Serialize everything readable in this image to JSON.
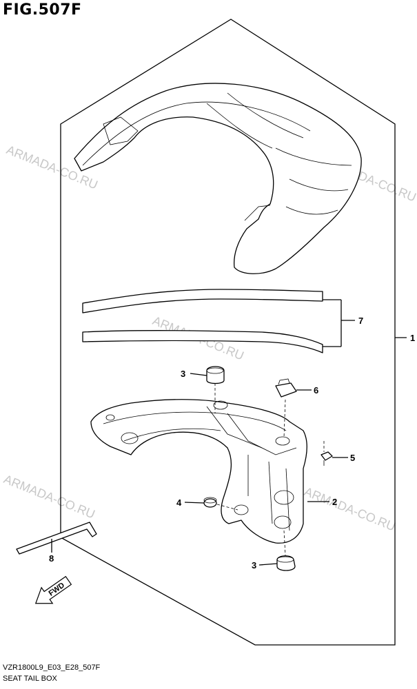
{
  "figure": {
    "title": "FIG.507F",
    "code": "VZR1800L9_E03_E28_507F",
    "name": "SEAT TAIL BOX"
  },
  "watermark": "ARMADA-CO.RU",
  "callouts": {
    "c1": "1",
    "c2": "2",
    "c3a": "3",
    "c3b": "3",
    "c4": "4",
    "c5": "5",
    "c6": "6",
    "c7": "7",
    "c8": "8"
  },
  "fwd_label": "FWD"
}
